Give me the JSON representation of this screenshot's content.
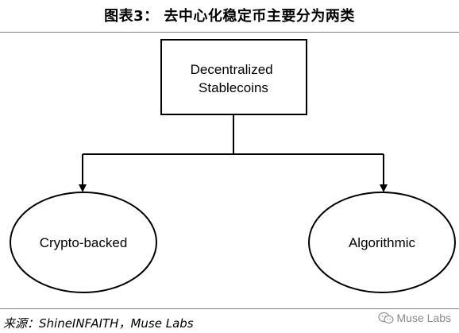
{
  "title": "图表3： 去中心化稳定币主要分为两类",
  "source": "来源：ShineINFAITH，Muse Labs",
  "watermark": {
    "label": "Muse Labs",
    "icon": "wechat-icon"
  },
  "diagram": {
    "root": {
      "shape": "rectangle",
      "lines": [
        "Decentralized",
        "Stablecoins"
      ]
    },
    "children": [
      {
        "shape": "ellipse",
        "label": "Crypto-backed"
      },
      {
        "shape": "ellipse",
        "label": "Algorithmic"
      }
    ],
    "edges": [
      {
        "from": "root",
        "to": "Crypto-backed"
      },
      {
        "from": "root",
        "to": "Algorithmic"
      }
    ]
  }
}
